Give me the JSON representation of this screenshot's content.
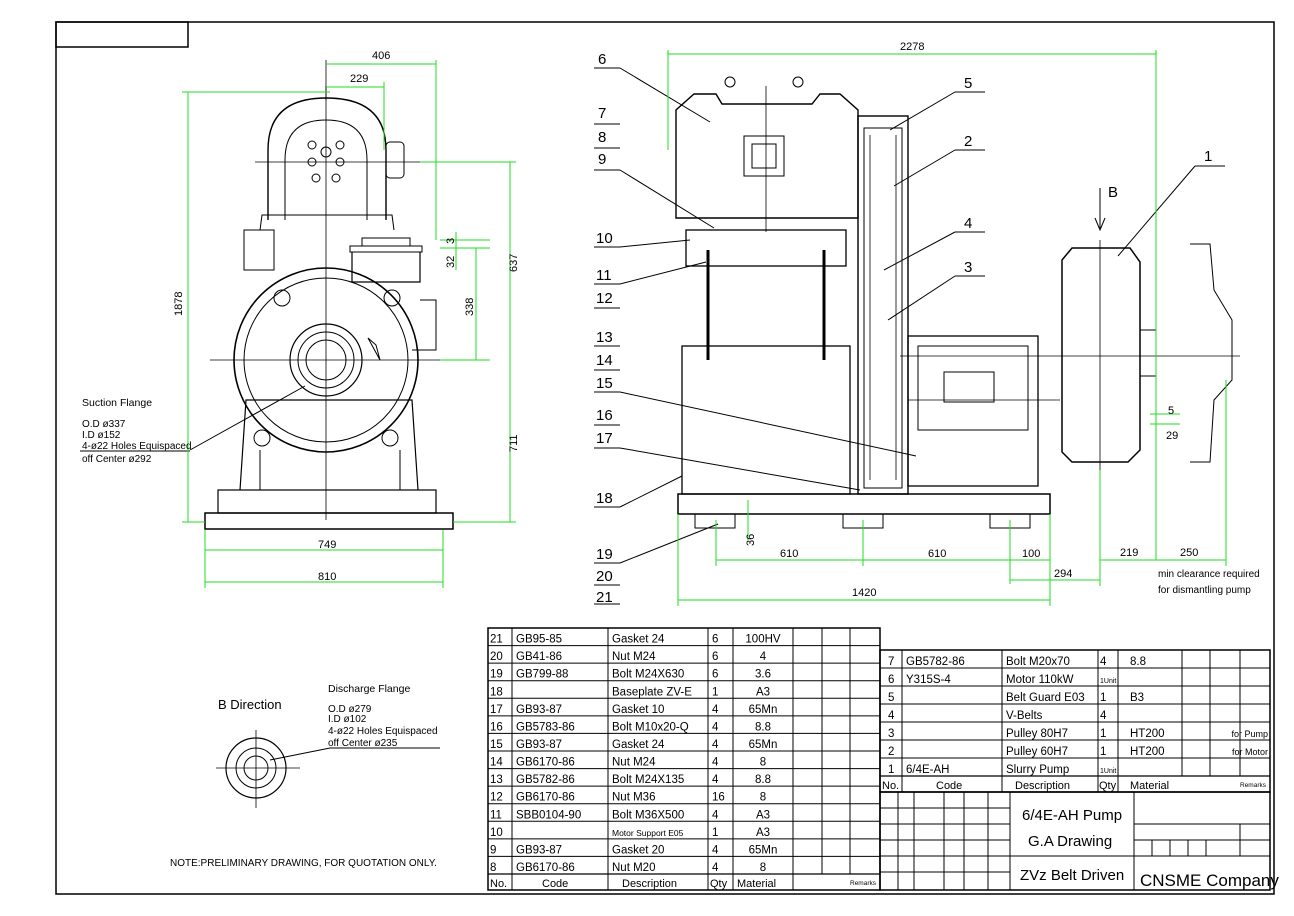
{
  "colors": {
    "outline": "#000000",
    "dimension": "#22dd22",
    "background": "#ffffff"
  },
  "front_view": {
    "dimensions": {
      "top_width": "406",
      "half_width": "229",
      "overall_height": "1878",
      "outlet_height": "637",
      "outlet_offset_a": "3",
      "outlet_offset_b": "32",
      "outlet_center": "338",
      "shaft_height": "711",
      "base_width_inner": "749",
      "base_width_outer": "810"
    },
    "suction_flange": {
      "title": "Suction Flange",
      "od": "O.D ø337",
      "id": "I.D ø152",
      "holes": "4-ø22 Holes Equispaced",
      "center": "off Center ø292"
    }
  },
  "side_view": {
    "dimensions": {
      "overall_length": "2278",
      "base_span_1": "610",
      "base_span_2": "610",
      "foot_offset": "100",
      "pump_offset": "294",
      "base_length": "1420",
      "base_height": "36",
      "shaft_offset_a": "5",
      "shaft_offset_b": "29",
      "pump_clear_a": "219",
      "pump_clear_b": "250"
    },
    "direction_label": "B",
    "clearance_note_1": "min clearance required",
    "clearance_note_2": "for dismantling pump",
    "balloons_left": [
      "6",
      "7",
      "8",
      "9",
      "10",
      "11",
      "12",
      "13",
      "14",
      "15",
      "16",
      "17",
      "18",
      "19",
      "20",
      "21"
    ],
    "balloons_right": [
      "5",
      "2",
      "4",
      "3",
      "1"
    ]
  },
  "b_direction": {
    "title": "B Direction",
    "discharge_flange": {
      "title": "Discharge Flange",
      "od": "O.D ø279",
      "id": "I.D ø102",
      "holes": "4-ø22 Holes Equispaced",
      "center": "off Center ø235"
    }
  },
  "note": "NOTE:PRELIMINARY DRAWING, FOR QUOTATION ONLY.",
  "bom_left": {
    "header": [
      "No.",
      "Code",
      "Description",
      "Qty",
      "Material",
      "Remarks"
    ],
    "rows": [
      [
        "21",
        "GB95-85",
        "Gasket 24",
        "6",
        "100HV",
        ""
      ],
      [
        "20",
        "GB41-86",
        "Nut M24",
        "6",
        "4",
        ""
      ],
      [
        "19",
        "GB799-88",
        "Bolt M24X630",
        "6",
        "3.6",
        ""
      ],
      [
        "18",
        "",
        "Baseplate ZV-E",
        "1",
        "A3",
        ""
      ],
      [
        "17",
        "GB93-87",
        "Gasket 10",
        "4",
        "65Mn",
        ""
      ],
      [
        "16",
        "GB5783-86",
        "Bolt M10x20-Q",
        "4",
        "8.8",
        ""
      ],
      [
        "15",
        "GB93-87",
        "Gasket 24",
        "4",
        "65Mn",
        ""
      ],
      [
        "14",
        "GB6170-86",
        "Nut M24",
        "4",
        "8",
        ""
      ],
      [
        "13",
        "GB5782-86",
        "Bolt M24X135",
        "4",
        "8.8",
        ""
      ],
      [
        "12",
        "GB6170-86",
        "Nut M36",
        "16",
        "8",
        ""
      ],
      [
        "11",
        "SBB0104-90",
        "Bolt M36X500",
        "4",
        "A3",
        ""
      ],
      [
        "10",
        "",
        "Motor Support E05",
        "1",
        "A3",
        ""
      ],
      [
        "9",
        "GB93-87",
        "Gasket 20",
        "4",
        "65Mn",
        ""
      ],
      [
        "8",
        "GB6170-86",
        "Nut M20",
        "4",
        "8",
        ""
      ]
    ]
  },
  "bom_right": {
    "header": [
      "No.",
      "Code",
      "Description",
      "Qty",
      "Material",
      "Remarks"
    ],
    "rows": [
      [
        "7",
        "GB5782-86",
        "Bolt M20x70",
        "4",
        "8.8",
        ""
      ],
      [
        "6",
        "Y315S-4",
        "Motor 110kW",
        "1Unit",
        "",
        ""
      ],
      [
        "5",
        "",
        "Belt Guard E03",
        "1",
        "B3",
        ""
      ],
      [
        "4",
        "",
        "V-Belts",
        "4",
        "",
        ""
      ],
      [
        "3",
        "",
        "Pulley 80H7",
        "1",
        "HT200",
        "for Pump"
      ],
      [
        "2",
        "",
        "Pulley 60H7",
        "1",
        "HT200",
        "for Motor"
      ],
      [
        "1",
        "6/4E-AH",
        "Slurry Pump",
        "1Unit",
        "",
        ""
      ]
    ]
  },
  "title_block": {
    "line1": "6/4E-AH Pump",
    "line2": "G.A Drawing",
    "line3": "ZVz Belt Driven",
    "company": "CNSME Company"
  }
}
